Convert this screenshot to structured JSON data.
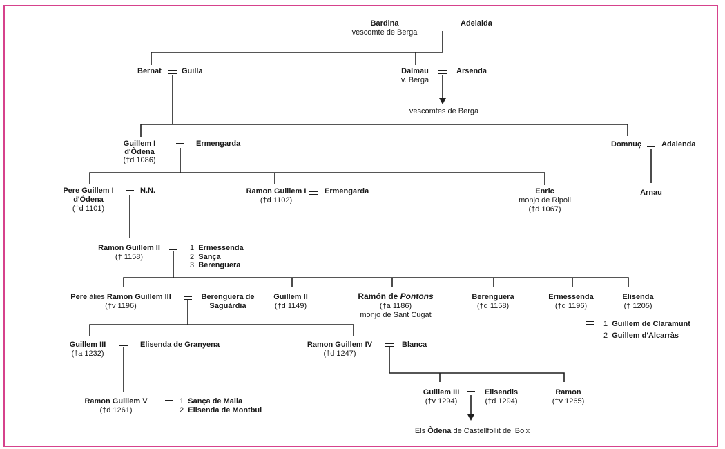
{
  "diagram": {
    "type": "family-tree",
    "border_color": "#d6428c",
    "line_color": "#1f1f1f",
    "marriage_symbol": "=",
    "dot": "·"
  },
  "people": {
    "bardina": {
      "name": "Bardina",
      "note": "vescomte de Berga"
    },
    "adelaida": {
      "name": "Adelaida"
    },
    "bernat": {
      "name": "Bernat"
    },
    "guilla": {
      "name": "Guilla"
    },
    "dalmau": {
      "name": "Dalmau",
      "note": "v. Berga"
    },
    "arsenda": {
      "name": "Arsenda"
    },
    "vescomtes": {
      "label": "vescomtes de Berga"
    },
    "guillem1": {
      "name": "Guillem I",
      "name2": "d'Òdena",
      "dates": "(†d 1086)"
    },
    "ermengarda1": {
      "name": "Ermengarda"
    },
    "domnuc": {
      "name": "Domnuç"
    },
    "adalenda": {
      "name": "Adalenda"
    },
    "arnau": {
      "name": "Arnau"
    },
    "pere_guillem1": {
      "name": "Pere Guillem I",
      "name2": "d'Òdena",
      "dates": "(†d 1101)"
    },
    "nn": {
      "name": "N.N."
    },
    "ramon_guillem1": {
      "name": "Ramon Guillem I",
      "dates": "(†d 1102)"
    },
    "ermengarda2": {
      "name": "Ermengarda"
    },
    "enric": {
      "name": "Enric",
      "note": "monjo de Ripoll",
      "dates": "(†d 1067)"
    },
    "ramon_guillem2": {
      "name": "Ramon Guillem II",
      "dates": "(† 1158)"
    },
    "rg2_spouses": [
      {
        "num": "1",
        "name": "Ermessenda"
      },
      {
        "num": "2",
        "name": "Sança"
      },
      {
        "num": "3",
        "name": "Berenguera"
      }
    ],
    "pere_alies": {
      "name_a": "Pere",
      "alias": " àlies ",
      "name_b": "Ramon Guillem III",
      "dates": "(†v 1196)"
    },
    "berenguera_sag": {
      "name": "Berenguera de",
      "name2": "Saguàrdia"
    },
    "guillem2": {
      "name": "Guillem II",
      "dates": "(†d 1149)"
    },
    "ramon_pontons": {
      "name_a": "Ramón de ",
      "name_italic": "Pontons",
      "dates": "(†a 1186)",
      "note": "monjo de Sant Cugat"
    },
    "berenguera2": {
      "name": "Berenguera",
      "dates": "(†d 1158)"
    },
    "ermessenda2": {
      "name": "Ermessenda",
      "dates": "(†d 1196)"
    },
    "elisenda": {
      "name": "Elisenda",
      "dates": "(† 1205)"
    },
    "elisenda_spouses": [
      {
        "num": "1",
        "name": "Guillem de Claramunt"
      },
      {
        "num": "2",
        "name": "Guillem d'Alcarràs"
      }
    ],
    "guillem3a": {
      "name": "Guillem III",
      "dates": "(†a 1232)"
    },
    "elisenda_gran": {
      "name": "Elisenda de Granyena"
    },
    "ramon_guillem4": {
      "name": "Ramon Guillem IV",
      "dates": "(†d 1247)"
    },
    "blanca": {
      "name": "Blanca"
    },
    "ramon_guillem5": {
      "name": "Ramon Guillem V",
      "dates": "(†d 1261)"
    },
    "rg5_spouses": [
      {
        "num": "1",
        "name": "Sança de Malla"
      },
      {
        "num": "2",
        "name": "Elisenda de Montbui"
      }
    ],
    "guillem3b": {
      "name": "Guillem III",
      "dates": "(†v 1294)"
    },
    "elisendis": {
      "name": "Elisendis",
      "dates": "(†d 1294)"
    },
    "ramon": {
      "name": "Ramon",
      "dates": "(†v 1265)"
    },
    "odena_castellfollit": {
      "pre": "Els ",
      "bold": "Òdena",
      "post": " de Castellfollit del Boix"
    }
  }
}
